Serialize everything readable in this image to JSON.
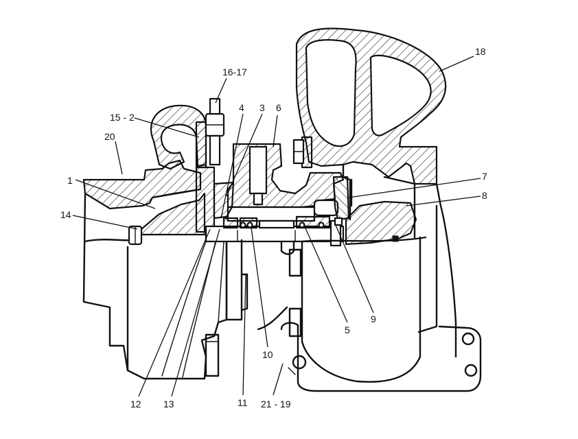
{
  "labels": {
    "l1": "1",
    "l3": "3",
    "l4": "4",
    "l5": "5",
    "l6": "6",
    "l7": "7",
    "l8": "8",
    "l9": "9",
    "l10": "10",
    "l11": "11",
    "l12": "12",
    "l13": "13",
    "l14": "14",
    "l15_2": "15 - 2",
    "l16_17": "16-17",
    "l18": "18",
    "l20": "20",
    "l21_19": "21 - 19"
  }
}
